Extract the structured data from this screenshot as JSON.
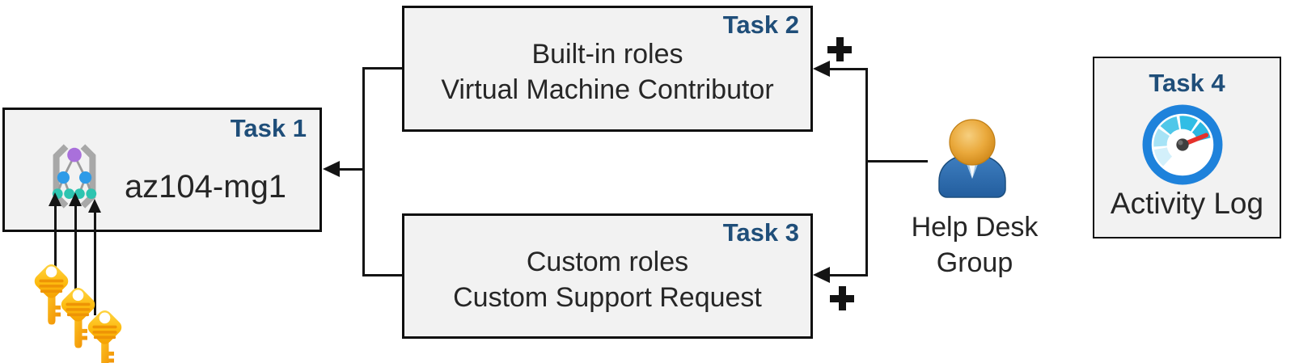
{
  "task1": {
    "label": "Task 1",
    "name": "az104-mg1"
  },
  "task2": {
    "label": "Task 2",
    "line1": "Built-in roles",
    "line2": "Virtual Machine Contributor"
  },
  "task3": {
    "label": "Task 3",
    "line1": "Custom roles",
    "line2": "Custom Support Request"
  },
  "task4": {
    "label": "Task 4",
    "caption": "Activity Log"
  },
  "actor": {
    "line1": "Help Desk",
    "line2": "Group"
  },
  "keys": {
    "count": 3
  },
  "icons": {
    "task1": "management-group-icon",
    "task4": "gauge-icon",
    "actor": "person-icon",
    "keys": "key-icon",
    "add": "plus-icon"
  },
  "colors": {
    "task_label": "#1F4E79",
    "box_bg": "#F2F2F2",
    "box_border": "#0f0f0f",
    "line": "#141414",
    "text": "#262626",
    "key_gold": "#FFC425",
    "key_stripe": "#EE9405",
    "gauge_ring_blue": "#1E82DB",
    "gauge_cyan": "#35BFE5",
    "needle_red": "#E5312B",
    "person_body_blue": "#2D6DB0",
    "person_head_gold": "#E9A63A",
    "mg_purple": "#A970DB",
    "mg_blue": "#2E9BE8",
    "mg_teal": "#2EC4B0",
    "mg_bracket_gray": "#A8A8A8"
  },
  "relationships": [
    "Help Desk Group -> Built-in roles (arrow, add +)",
    "Help Desk Group -> Custom roles (arrow, add +)",
    "Built-in roles / Custom roles -> az104-mg1 (arrow)",
    "keys -> az104-mg1 management group (arrows)"
  ]
}
